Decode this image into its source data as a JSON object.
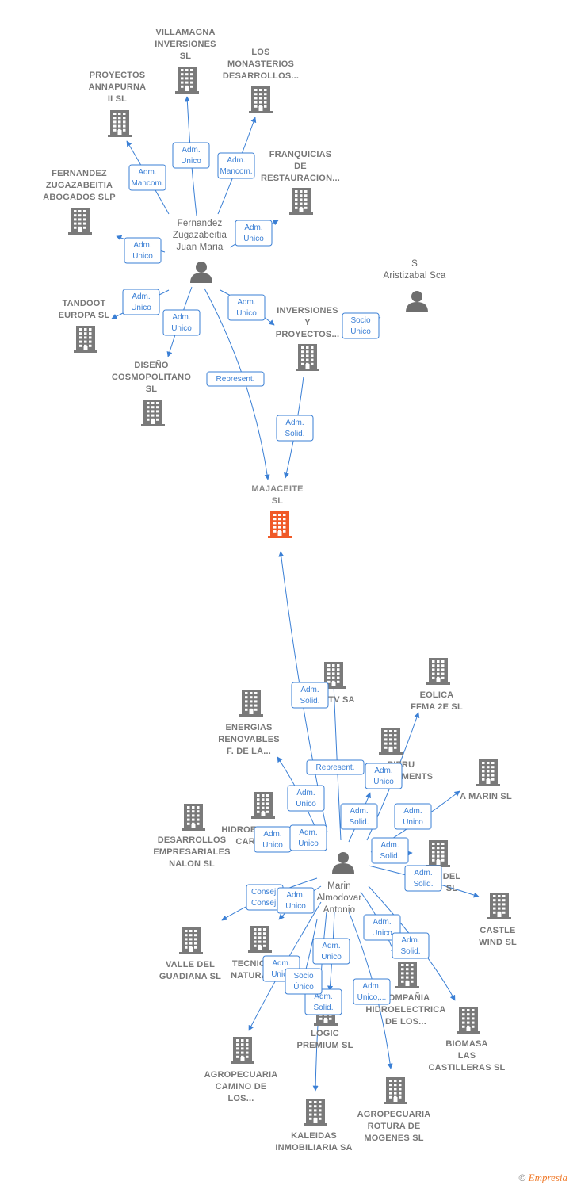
{
  "colors": {
    "edge": "#3a7fd5",
    "company": "#7a7a7a",
    "focus": "#f05a28",
    "person": "#6e6e6e",
    "label": "#777777"
  },
  "nodes": [
    {
      "id": "villamagna",
      "type": "company",
      "label": [
        "VILLAMAGNA",
        "INVERSIONES",
        "SL"
      ]
    },
    {
      "id": "monasterios",
      "type": "company",
      "label": [
        "LOS",
        "MONASTERIOS",
        "DESARROLLOS..."
      ]
    },
    {
      "id": "annapurna",
      "type": "company",
      "label": [
        "PROYECTOS",
        "ANNAPURNA",
        "II  SL"
      ]
    },
    {
      "id": "franquicias",
      "type": "company",
      "label": [
        "FRANQUICIAS",
        "DE",
        "RESTAURACION..."
      ]
    },
    {
      "id": "fzabogados",
      "type": "company",
      "label": [
        "FERNANDEZ",
        "ZUGAZABEITIA",
        "ABOGADOS  SLP"
      ]
    },
    {
      "id": "fernandez",
      "type": "person",
      "label": [
        "Fernandez",
        "Zugazabeitia",
        "Juan Maria"
      ]
    },
    {
      "id": "aristizabal",
      "type": "person",
      "label": [
        "S",
        "Aristizabal Sca"
      ]
    },
    {
      "id": "tandoot",
      "type": "company",
      "label": [
        "TANDOOT",
        "EUROPA  SL"
      ]
    },
    {
      "id": "inversiones",
      "type": "company",
      "label": [
        "INVERSIONES",
        "Y",
        "PROYECTOS..."
      ]
    },
    {
      "id": "diseno",
      "type": "company",
      "label": [
        "DISEÑO",
        "COSMOPOLITANO",
        "SL"
      ]
    },
    {
      "id": "majaceite",
      "type": "focus",
      "label": [
        "MAJACEITE",
        "SL"
      ]
    },
    {
      "id": "tvsa",
      "type": "company",
      "label": [
        "TV SA"
      ]
    },
    {
      "id": "eolica",
      "type": "company",
      "label": [
        "EOLICA",
        "FFMA 2E SL"
      ]
    },
    {
      "id": "energias",
      "type": "company",
      "label": [
        "ENERGIAS",
        "RENOVABLES",
        "F.  DE LA..."
      ]
    },
    {
      "id": "pieru",
      "type": "company",
      "label": [
        "PIERU",
        "INVESTMENTS"
      ]
    },
    {
      "id": "amarin",
      "type": "company",
      "label": [
        "A MARIN  SL"
      ]
    },
    {
      "id": "hidroe",
      "type": "company",
      "label": [
        "HIDROELECTRICA",
        "CARRASCO"
      ]
    },
    {
      "id": "desarrollos",
      "type": "company",
      "label": [
        "DESARROLLOS",
        "EMPRESARIALES",
        "NALON SL"
      ]
    },
    {
      "id": "del",
      "type": "company",
      "label": [
        "DEL",
        "SL"
      ]
    },
    {
      "id": "marin",
      "type": "person",
      "label": [
        "Marin",
        "Almodovar",
        "Antonio"
      ]
    },
    {
      "id": "castle",
      "type": "company",
      "label": [
        "CASTLE",
        "WIND SL"
      ]
    },
    {
      "id": "valle",
      "type": "company",
      "label": [
        "VALLE DEL",
        "GUADIANA  SL"
      ]
    },
    {
      "id": "tecni",
      "type": "company",
      "label": [
        "TECNICA",
        "NATURAL"
      ]
    },
    {
      "id": "compania",
      "type": "company",
      "label": [
        "COMPAÑIA",
        "HIDROELECTRICA",
        "DE LOS..."
      ]
    },
    {
      "id": "logic",
      "type": "company",
      "label": [
        "LOGIC",
        "PREMIUM  SL"
      ]
    },
    {
      "id": "biomasa",
      "type": "company",
      "label": [
        "BIOMASA",
        "LAS",
        "CASTILLERAS SL"
      ]
    },
    {
      "id": "agrocamino",
      "type": "company",
      "label": [
        "AGROPECUARIA",
        "CAMINO DE",
        "LOS..."
      ]
    },
    {
      "id": "agrorotura",
      "type": "company",
      "label": [
        "AGROPECUARIA",
        "ROTURA DE",
        "MOGENES SL"
      ]
    },
    {
      "id": "kaleidas",
      "type": "company",
      "label": [
        "KALEIDAS",
        "INMOBILIARIA SA"
      ]
    }
  ],
  "edges": [
    {
      "from": "fernandez",
      "to": "villamagna",
      "label": [
        "Adm.",
        "Unico"
      ]
    },
    {
      "from": "fernandez",
      "to": "monasterios",
      "label": [
        "Adm.",
        "Mancom."
      ]
    },
    {
      "from": "fernandez",
      "to": "annapurna",
      "label": [
        "Adm.",
        "Mancom."
      ]
    },
    {
      "from": "fernandez",
      "to": "franquicias",
      "label": [
        "Adm.",
        "Unico"
      ]
    },
    {
      "from": "fernandez",
      "to": "fzabogados",
      "label": [
        "Adm.",
        "Unico"
      ]
    },
    {
      "from": "fernandez",
      "to": "tandoot",
      "label": [
        "Adm.",
        "Unico"
      ]
    },
    {
      "from": "fernandez",
      "to": "diseno",
      "label": [
        "Adm.",
        "Unico"
      ]
    },
    {
      "from": "fernandez",
      "to": "inversiones",
      "label": [
        "Adm.",
        "Unico"
      ]
    },
    {
      "from": "fernandez",
      "to": "majaceite",
      "label": [
        "Represent."
      ]
    },
    {
      "from": "aristizabal",
      "to": "inversiones",
      "label": [
        "Socio",
        "Único"
      ]
    },
    {
      "from": "inversiones",
      "to": "majaceite",
      "label": [
        "Adm.",
        "Solid."
      ]
    },
    {
      "from": "marin",
      "to": "majaceite",
      "label": [
        "Adm.",
        "Solid."
      ]
    },
    {
      "from": "marin",
      "to": "tvsa",
      "label": [
        "Represent."
      ]
    },
    {
      "from": "marin",
      "to": "eolica",
      "label": [
        "Adm.",
        "Unico"
      ]
    },
    {
      "from": "marin",
      "to": "energias",
      "label": [
        "Adm.",
        "Unico"
      ]
    },
    {
      "from": "marin",
      "to": "pieru",
      "label": [
        "Adm.",
        "Solid."
      ]
    },
    {
      "from": "marin",
      "to": "amarin",
      "label": [
        "Adm.",
        "Unico"
      ]
    },
    {
      "from": "marin",
      "to": "hidroe",
      "label": [
        "Adm.",
        "Unico"
      ]
    },
    {
      "from": "marin",
      "to": "desarrollos",
      "label": [
        "Adm.",
        "Unico"
      ]
    },
    {
      "from": "marin",
      "to": "del",
      "label": [
        "Adm.",
        "Solid."
      ]
    },
    {
      "from": "marin",
      "to": "castle",
      "label": [
        "Adm.",
        "Solid."
      ]
    },
    {
      "from": "marin",
      "to": "valle",
      "label": [
        "Consej.",
        "Consej."
      ]
    },
    {
      "from": "marin",
      "to": "tecni",
      "label": [
        "Adm.",
        "Unico"
      ]
    },
    {
      "from": "marin",
      "to": "compania",
      "label": [
        "Adm.",
        "Unico"
      ]
    },
    {
      "from": "marin",
      "to": "biomasa",
      "label": [
        "Adm.",
        "Solid."
      ]
    },
    {
      "from": "marin",
      "to": "logic",
      "label": [
        "Adm.",
        "Unico"
      ]
    },
    {
      "from": "marin",
      "to": "agrocamino",
      "label": [
        "Adm.",
        "Unico"
      ]
    },
    {
      "from": "marin",
      "to": "kaleidas",
      "label": [
        "Adm.",
        "Solid."
      ]
    },
    {
      "from": "marin",
      "to": "logic",
      "label": [
        "Socio",
        "Único"
      ]
    },
    {
      "from": "marin",
      "to": "agrorotura",
      "label": [
        "Adm.",
        "Unico,..."
      ]
    }
  ],
  "footer": {
    "copyright": "©",
    "brand": "Empresia"
  }
}
